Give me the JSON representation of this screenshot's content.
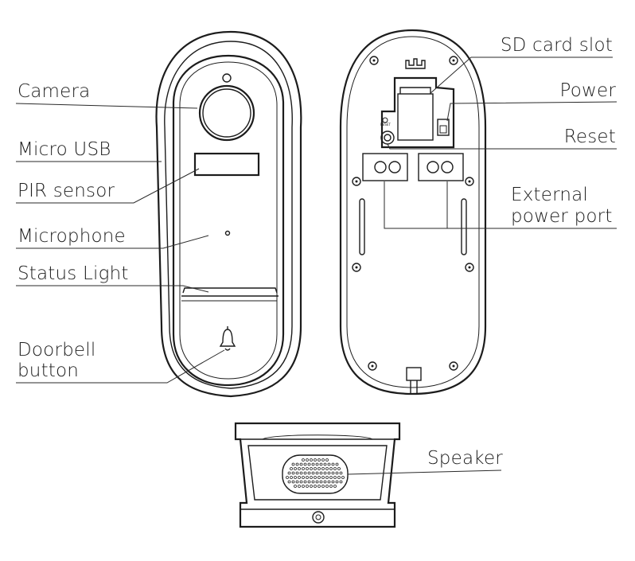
{
  "labels": {
    "camera": "Camera",
    "micro_usb": "Micro USB",
    "pir_sensor": "PIR sensor",
    "microphone": "Microphone",
    "status_light": "Status Light",
    "doorbell_button_line1": "Doorbell",
    "doorbell_button_line2": "button",
    "sd_card_slot": "SD card slot",
    "power": "Power",
    "reset": "Reset",
    "external_power_port_line1": "External",
    "external_power_port_line2": "power port",
    "speaker": "Speaker",
    "reset_marking": "RESET"
  },
  "colors": {
    "line": "#1c1c1c",
    "text": "#1e1e1e",
    "background": "#ffffff"
  }
}
